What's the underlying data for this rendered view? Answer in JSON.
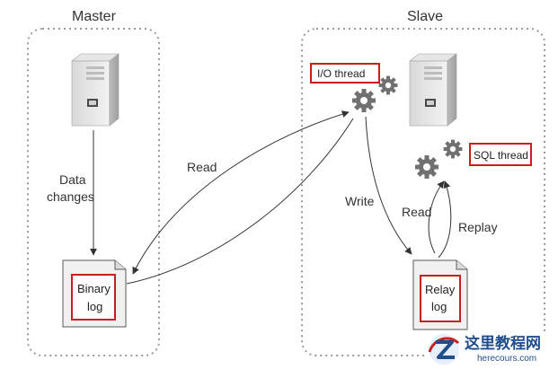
{
  "master": {
    "title": "Master",
    "data_changes_line1": "Data",
    "data_changes_line2": "changes",
    "binary_log_line1": "Binary",
    "binary_log_line2": "log"
  },
  "slave": {
    "title": "Slave",
    "io_thread": "I/O thread",
    "sql_thread": "SQL thread",
    "relay_log_line1": "Relay",
    "relay_log_line2": "log"
  },
  "edges": {
    "read_master": "Read",
    "write": "Write",
    "read_relay": "Read",
    "replay": "Replay"
  },
  "watermark": {
    "title": "这里教程网",
    "url": "herecours.com"
  },
  "colors": {
    "highlight": "#c81e1e",
    "watermark": "#1f4e8c"
  }
}
